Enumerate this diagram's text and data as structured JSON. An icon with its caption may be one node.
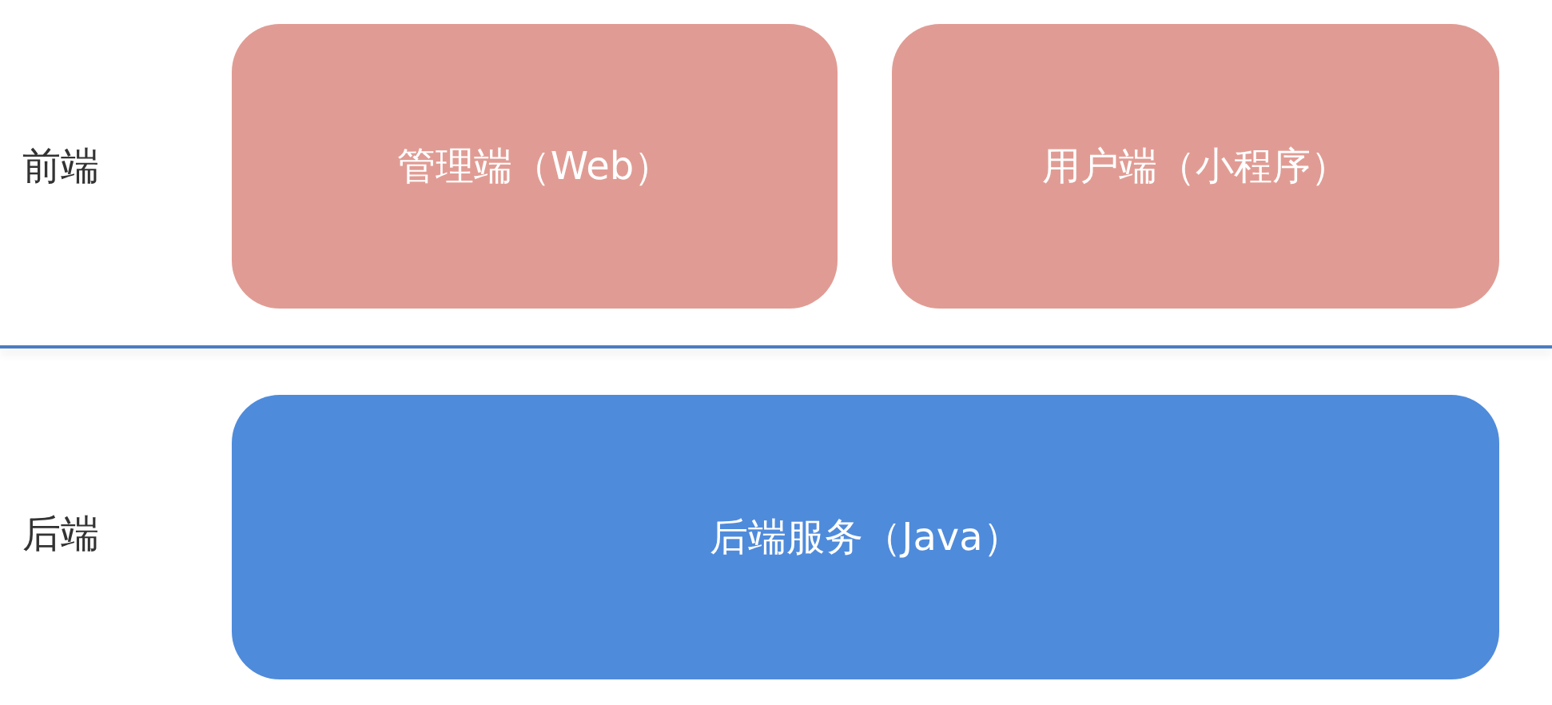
{
  "diagram": {
    "nodes": [
      {
        "text": [
          "管理端（Web）"
        ]
      },
      {
        "text": [
          "用户端（小程序）"
        ]
      },
      {
        "text": [
          "后端服务（Java）"
        ]
      }
    ],
    "edges": [],
    "labels": [
      "前端",
      "后端"
    ]
  }
}
